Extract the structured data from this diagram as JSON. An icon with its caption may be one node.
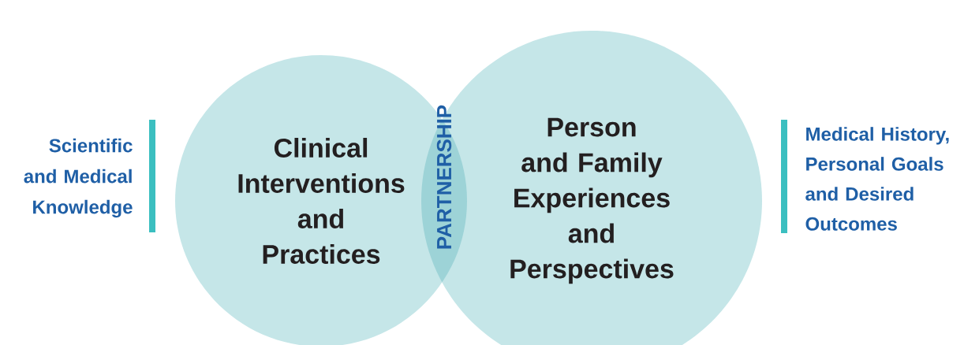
{
  "diagram": {
    "nodes": [
      {
        "text": [
          "Clinical Interventions and Practices"
        ]
      },
      {
        "text": [
          "Person and Family Experiences and Perspectives"
        ]
      },
      {
        "text": [
          "PARTNERSHIP"
        ]
      }
    ],
    "labels": [
      "Scientific and Medical Knowledge",
      "Medical History, Personal Goals and Desired Outcomes"
    ]
  }
}
